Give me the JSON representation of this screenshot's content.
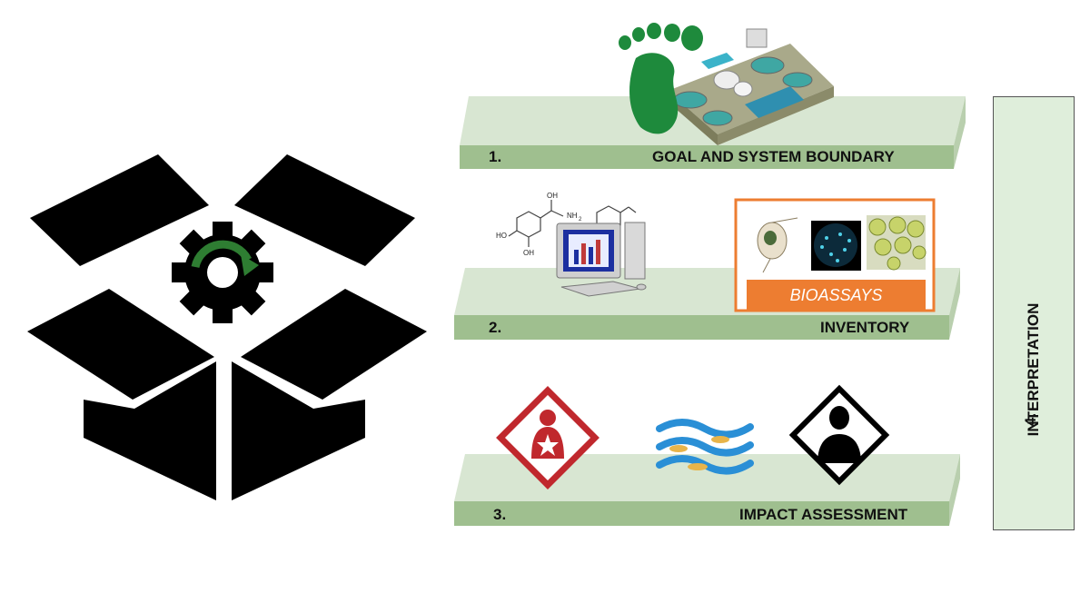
{
  "steps": [
    {
      "number": "1.",
      "label": "GOAL AND SYSTEM BOUNDARY"
    },
    {
      "number": "2.",
      "label": "INVENTORY"
    },
    {
      "number": "3.",
      "label": "IMPACT ASSESSMENT"
    }
  ],
  "bioassays_label": "BIOASSAYS",
  "interpretation": {
    "number": "4.",
    "label": "INTERPRETATION"
  },
  "molecule_labels": {
    "oh_top": "OH",
    "nh2": "NH",
    "nh2_sub": "2",
    "ho_left": "HO",
    "oh_bottom": "OH"
  },
  "colors": {
    "shelf_top": "#d8e6d2",
    "shelf_front": "#9fbf8f",
    "footprint": "#1e8a3c",
    "gear": "#2e7d32",
    "bioassays": "#ed7d31",
    "hazard_red": "#c0282d",
    "water": "#2a8fd6",
    "fish": "#e8b44a"
  }
}
